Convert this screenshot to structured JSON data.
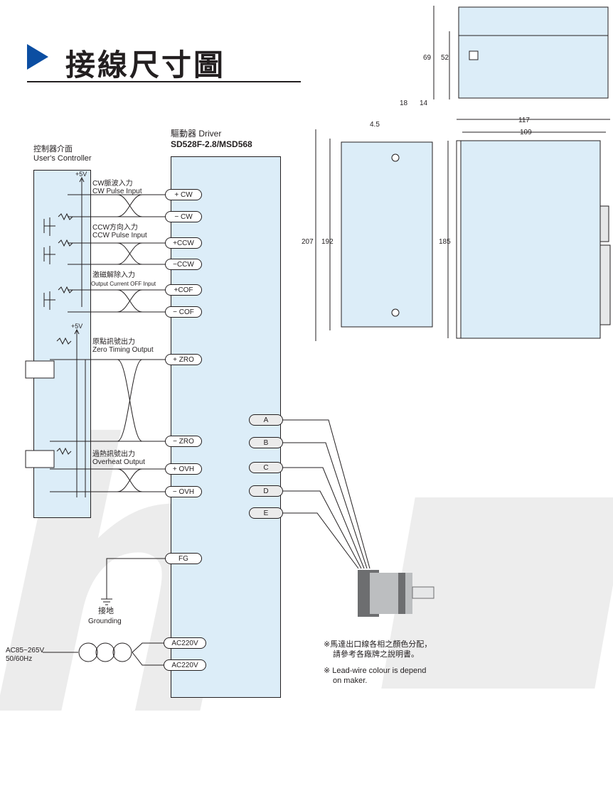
{
  "title": "接線尺寸圖",
  "controller": {
    "label_zh": "控制器介面",
    "label_en": "User's Controller"
  },
  "driver": {
    "label_zh": "驅動器 Driver",
    "model": "SD528F-2.8/MSD568"
  },
  "supply": {
    "plus5v_a": "+5V",
    "plus5v_b": "+5V"
  },
  "signals": {
    "cw_zh": "CW脈波入力",
    "cw_en": "CW Pulse Input",
    "ccw_zh": "CCW方向入力",
    "ccw_en": "CCW Pulse Input",
    "cof_zh": "激磁解除入力",
    "cof_en": "Output Current OFF Input",
    "zro_zh": "原點訊號出力",
    "zro_en": "Zero Timing Output",
    "ovh_zh": "過熱訊號出力",
    "ovh_en": "Overheat Output"
  },
  "terminals": {
    "cw_p": "+ CW",
    "cw_m": "− CW",
    "ccw_p": "+CCW",
    "ccw_m": "−CCW",
    "cof_p": "+COF",
    "cof_m": "− COF",
    "zro_p": "+ ZRO",
    "zro_m": "− ZRO",
    "ovh_p": "+ OVH",
    "ovh_m": "− OVH",
    "fg": "FG",
    "ac1": "AC220V",
    "ac2": "AC220V"
  },
  "motor_terminals": [
    "A",
    "B",
    "C",
    "D",
    "E"
  ],
  "ground": {
    "zh": "接地",
    "en": "Grounding"
  },
  "ac_input": {
    "line1": "AC85~265V",
    "line2": "50/60Hz"
  },
  "notes": {
    "zh1": "※馬達出口線各相之顏色分配，",
    "zh2": "請參考各廠牌之說明書。",
    "en1": "※ Lead-wire colour is depend",
    "en2": "on maker."
  },
  "dimensions": {
    "d69": "69",
    "d52": "52",
    "d18": "18",
    "d14": "14",
    "d45": "4.5",
    "d207": "207",
    "d192": "192",
    "d117": "117",
    "d109": "109",
    "d185": "185"
  }
}
